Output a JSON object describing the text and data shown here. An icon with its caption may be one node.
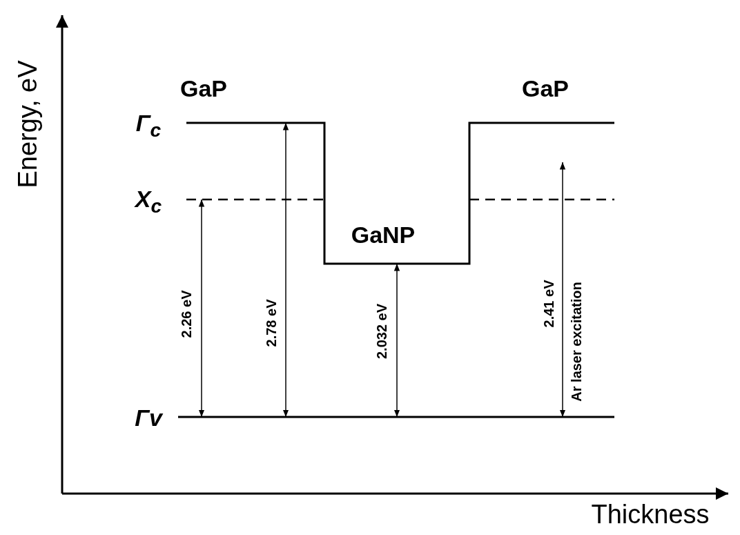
{
  "diagram": {
    "labels": [
      "Energy, eV",
      "GaP",
      "GaP",
      "Γ$_{c}$",
      "X$_{c}$",
      "GaNP",
      "2.26 eV",
      "2.78 eV",
      "2.032 eV",
      "2.41 eV",
      "Ar laser excitation",
      "Γv",
      "Thickness"
    ]
  }
}
